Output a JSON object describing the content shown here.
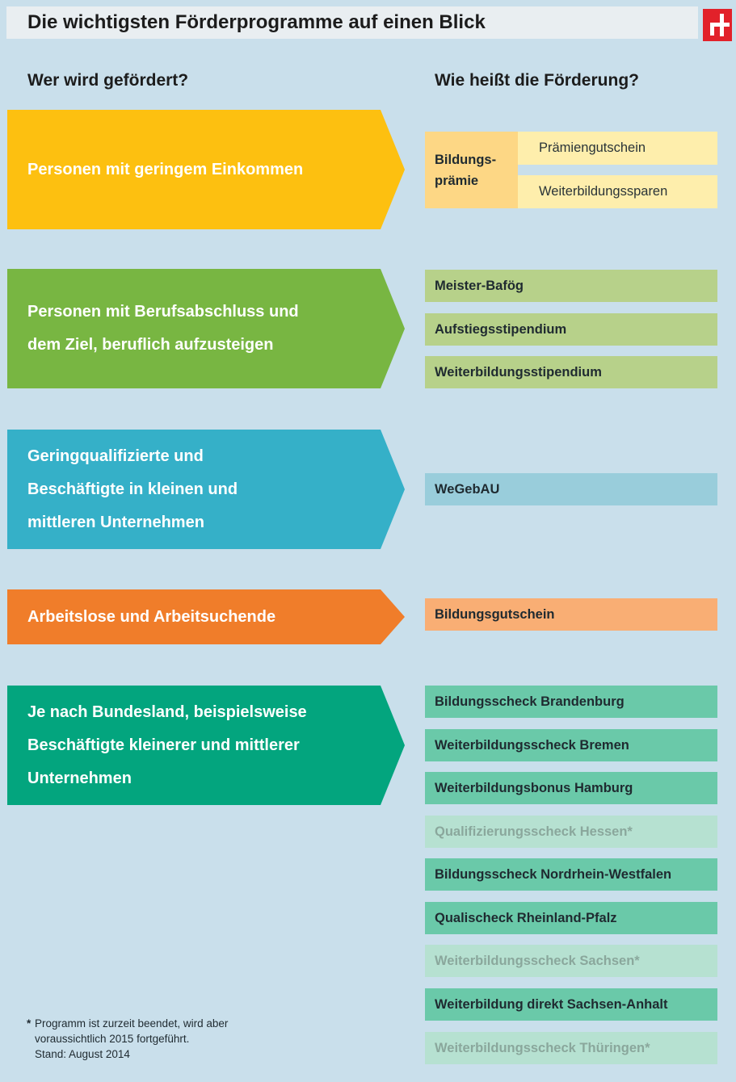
{
  "header": {
    "title": "Die wichtigsten Förderprogramme auf einen Blick"
  },
  "columns": {
    "left": "Wer wird gefördert?",
    "right": "Wie heißt die Förderung?"
  },
  "colors": {
    "background": "#c9dfeb",
    "header_bg": "#e9eef1",
    "logo": "#e2212a",
    "yellow": "#fdc010",
    "green": "#78b642",
    "blue": "#35b0c8",
    "orange": "#f07d2a",
    "teal": "#03a57e"
  },
  "groups": [
    {
      "label": "Personen mit geringem Einkommen"
    },
    {
      "label_lines": [
        "Personen mit Berufsabschluss und",
        "dem Ziel, beruflich aufzusteigen"
      ]
    },
    {
      "label_lines": [
        "Geringqualifizierte und",
        "Beschäftigte in kleinen und",
        "mittleren Unternehmen"
      ]
    },
    {
      "label": "Arbeitslose und Arbeitsuchende"
    },
    {
      "label_lines": [
        "Je nach Bundesland, beispielsweise",
        "Beschäftigte kleinerer und mittlerer",
        "Unternehmen"
      ]
    }
  ],
  "programs": {
    "bildungspraemie": {
      "label_lines": [
        "Bildungs-",
        "prämie"
      ],
      "sub": [
        "Prämiengutschein",
        "Weiterbildungssparen"
      ]
    },
    "aufstieg": [
      "Meister-Bafög",
      "Aufstiegsstipendium",
      "Weiterbildungsstipendium"
    ],
    "wegebau": "WeGebAU",
    "bildungsgutschein": "Bildungsgutschein",
    "laender": [
      {
        "label": "Bildungsscheck Brandenburg"
      },
      {
        "label": "Weiterbildungsscheck Bremen"
      },
      {
        "label": "Weiterbildungsbonus Hamburg"
      },
      {
        "label": "Qualifizierungsscheck Hessen*"
      },
      {
        "label": "Bildungsscheck Nordrhein-Westfalen"
      },
      {
        "label": "Qualischeck Rheinland-Pfalz"
      },
      {
        "label": "Weiterbildungsscheck Sachsen*"
      },
      {
        "label": "Weiterbildung direkt Sachsen-Anhalt"
      },
      {
        "label": "Weiterbildungsscheck Thüringen*"
      }
    ]
  },
  "footnote": {
    "star": "*",
    "lines": [
      "Programm ist zurzeit beendet, wird aber",
      "voraussichtlich 2015 fortgeführt.",
      "Stand: August 2014"
    ]
  }
}
